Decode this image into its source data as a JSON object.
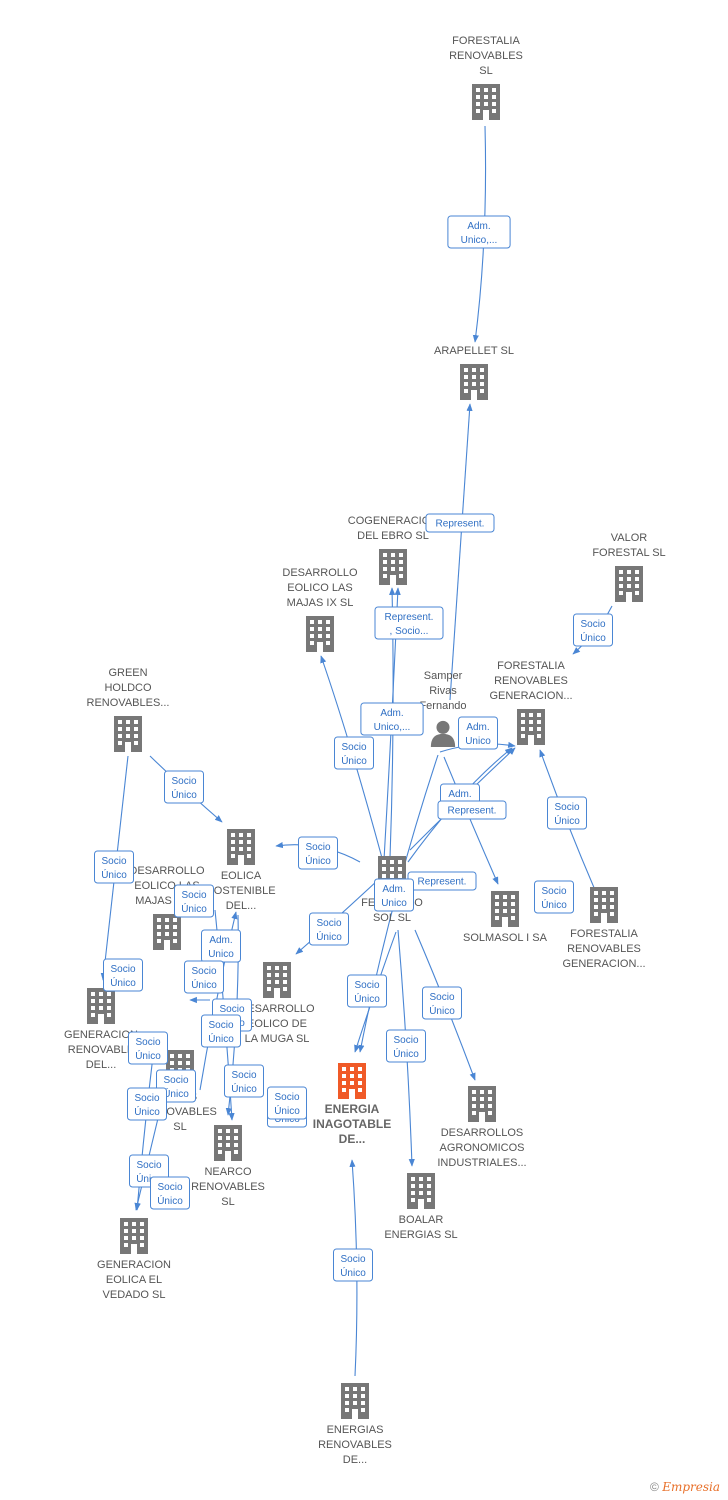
{
  "colors": {
    "edge": "#4a86d4",
    "building": "#777777",
    "focus": "#f05a28",
    "person": "#777777"
  },
  "footer": {
    "copyright": "©",
    "brand": "Empresia"
  },
  "nodes": [
    {
      "id": "n1",
      "label": [
        "FORESTALIA",
        "RENOVABLES",
        "SL"
      ],
      "icon": "building-icon"
    },
    {
      "id": "n2",
      "label": [
        "ARAPELLET  SL"
      ],
      "icon": "building-icon"
    },
    {
      "id": "n3",
      "label": [
        "COGENERACION",
        "DEL EBRO  SL"
      ],
      "icon": "building-icon"
    },
    {
      "id": "n4",
      "label": [
        "VALOR",
        "FORESTAL SL"
      ],
      "icon": "building-icon"
    },
    {
      "id": "n5",
      "label": [
        "DESARROLLO",
        "EOLICO LAS",
        "MAJAS IX  SL"
      ],
      "icon": "building-icon"
    },
    {
      "id": "n6",
      "label": [
        "Samper",
        "Rivas",
        "Fernando"
      ],
      "icon": "person-icon"
    },
    {
      "id": "n7",
      "label": [
        "FORESTALIA",
        "RENOVABLES",
        "GENERACION..."
      ],
      "icon": "building-icon"
    },
    {
      "id": "n8",
      "label": [
        "GREEN",
        "HOLDCO",
        "RENOVABLES..."
      ],
      "icon": "building-icon"
    },
    {
      "id": "n9",
      "label": [
        "EOLICA",
        "SOSTENIBLE",
        "DEL..."
      ],
      "icon": "building-icon"
    },
    {
      "id": "n10",
      "label": [
        "FERNANDO",
        "SOL SL"
      ],
      "icon": "building-icon"
    },
    {
      "id": "n11",
      "label": [
        "SOLMASOL I SA"
      ],
      "icon": "building-icon"
    },
    {
      "id": "n12",
      "label": [
        "FORESTALIA",
        "RENOVABLES",
        "GENERACION..."
      ],
      "icon": "building-icon"
    },
    {
      "id": "n13",
      "label": [
        "DESARROLLO",
        "EOLICO LAS",
        "MAJAS XX..."
      ],
      "icon": "building-icon"
    },
    {
      "id": "n14",
      "label": [
        "DESARROLLO",
        "EOLICO DE",
        "LA MUGA SL"
      ],
      "icon": "building-icon"
    },
    {
      "id": "n15",
      "label": [
        "GENERACION",
        "RENOVABLE",
        "DEL..."
      ],
      "icon": "building-icon"
    },
    {
      "id": "n16",
      "label": [
        "ZIMUS",
        "RENOVABLES",
        "SL"
      ],
      "icon": "building-icon"
    },
    {
      "id": "n17",
      "label": [
        "ENERGIA",
        "INAGOTABLE",
        "DE..."
      ],
      "icon": "building-icon",
      "focus": true
    },
    {
      "id": "n18",
      "label": [
        "DESARROLLOS",
        "AGRONOMICOS",
        "INDUSTRIALES..."
      ],
      "icon": "building-icon"
    },
    {
      "id": "n19",
      "label": [
        "NEARCO",
        "RENOVABLES",
        "SL"
      ],
      "icon": "building-icon"
    },
    {
      "id": "n20",
      "label": [
        "BOALAR",
        "ENERGIAS  SL"
      ],
      "icon": "building-icon"
    },
    {
      "id": "n21",
      "label": [
        "GENERACION",
        "EOLICA EL",
        "VEDADO SL"
      ],
      "icon": "building-icon"
    },
    {
      "id": "n22",
      "label": [
        "ENERGIAS",
        "RENOVABLES",
        "DE..."
      ],
      "icon": "building-icon"
    }
  ],
  "edge_labels": [
    [
      "Adm.",
      "Unico,..."
    ],
    [
      "Represent."
    ],
    [
      "Represent.",
      ", Socio..."
    ],
    [
      "Socio",
      "Único"
    ],
    [
      "Socio",
      "Único"
    ],
    [
      "Adm.",
      "Unico,..."
    ],
    [
      "Adm.",
      "Unico"
    ],
    [
      "Adm.",
      "Unico"
    ],
    [
      "Represent."
    ],
    [
      "Socio",
      "Único"
    ],
    [
      "Socio",
      "Único"
    ],
    [
      "Socio",
      "Único"
    ],
    [
      "Socio",
      "Único"
    ],
    [
      "Represent."
    ],
    [
      "Adm.",
      "Unico"
    ],
    [
      "Socio",
      "Único"
    ],
    [
      "Socio",
      "Único"
    ],
    [
      "Socio",
      "Único"
    ],
    [
      "Socio",
      "Único"
    ],
    [
      "Socio",
      "Único"
    ],
    [
      "Socio",
      "Único"
    ],
    [
      "Socio",
      "Único"
    ],
    [
      "Adm.",
      "Unico"
    ],
    [
      "Socio",
      "Único"
    ],
    [
      "Socio",
      "Único"
    ],
    [
      "Socio",
      "Único"
    ],
    [
      "Socio",
      "Único"
    ],
    [
      "Socio",
      "Único"
    ],
    [
      "Socio",
      "Único"
    ],
    [
      "Socio",
      "Único"
    ],
    [
      "Socio",
      "Único"
    ],
    [
      "Socio",
      "Único"
    ],
    [
      "Socio",
      "Único"
    ],
    [
      "Socio",
      "Único"
    ],
    [
      "Socio",
      "Único"
    ]
  ]
}
